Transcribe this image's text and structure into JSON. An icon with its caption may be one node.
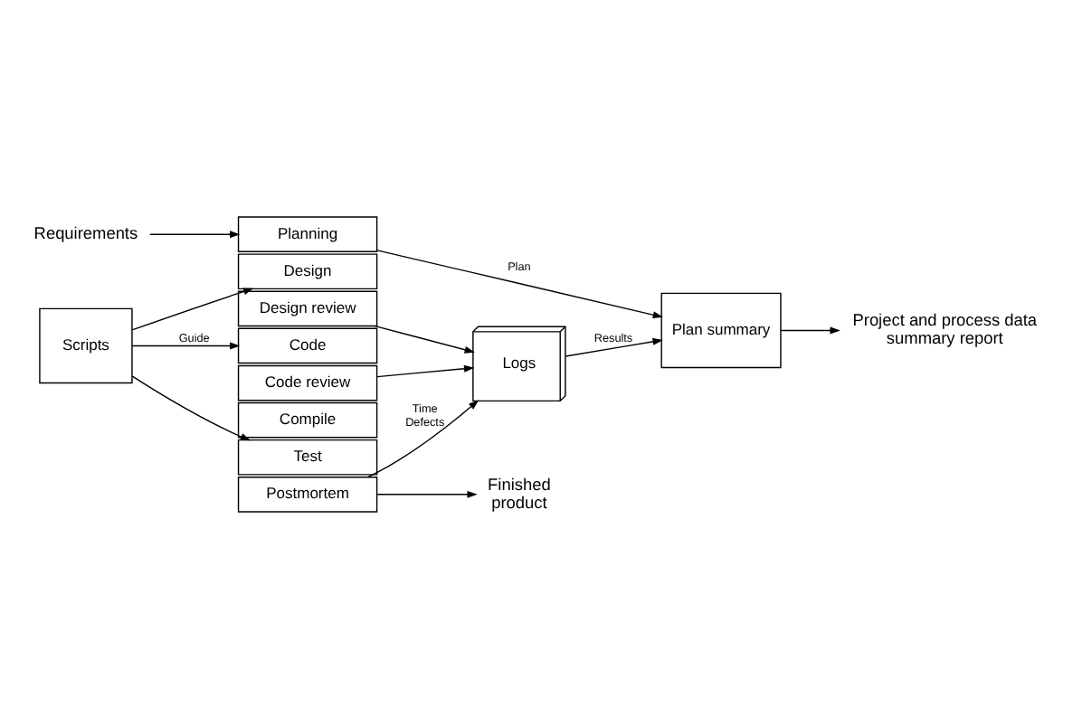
{
  "diagram": {
    "nodes": [
      {
        "text": [
          "Requirements"
        ]
      },
      {
        "text": [
          "Scripts"
        ]
      },
      {
        "text": [
          "Planning"
        ]
      },
      {
        "text": [
          "Design"
        ]
      },
      {
        "text": [
          "Design review"
        ]
      },
      {
        "text": [
          "Code"
        ]
      },
      {
        "text": [
          "Code review"
        ]
      },
      {
        "text": [
          "Compile"
        ]
      },
      {
        "text": [
          "Test"
        ]
      },
      {
        "text": [
          "Postmortem"
        ]
      },
      {
        "text": [
          "Logs"
        ]
      },
      {
        "text": [
          "Plan summary"
        ]
      },
      {
        "text": [
          "Finished product"
        ]
      },
      {
        "text": [
          "Project and process data summary report"
        ]
      }
    ],
    "edges": [
      {
        "from": 0,
        "to": 2,
        "arrow": "to"
      },
      {
        "from": 1,
        "to": 3,
        "arrow": "to"
      },
      {
        "from": 1,
        "to": 5,
        "arrow": "to",
        "label": "Guide"
      },
      {
        "from": 1,
        "to": 8,
        "arrow": "to"
      },
      {
        "from": 2,
        "to": 11,
        "arrow": "to",
        "label": "Plan"
      },
      {
        "from": 4,
        "to": 10,
        "arrow": "to"
      },
      {
        "from": 6,
        "to": 10,
        "arrow": "to"
      },
      {
        "from": 9,
        "to": 10,
        "arrow": "to",
        "label": "Time Defects"
      },
      {
        "from": 10,
        "to": 11,
        "arrow": "to",
        "label": "Results"
      },
      {
        "from": 9,
        "to": 12,
        "arrow": "to"
      },
      {
        "from": 11,
        "to": 13,
        "arrow": "to"
      }
    ]
  }
}
